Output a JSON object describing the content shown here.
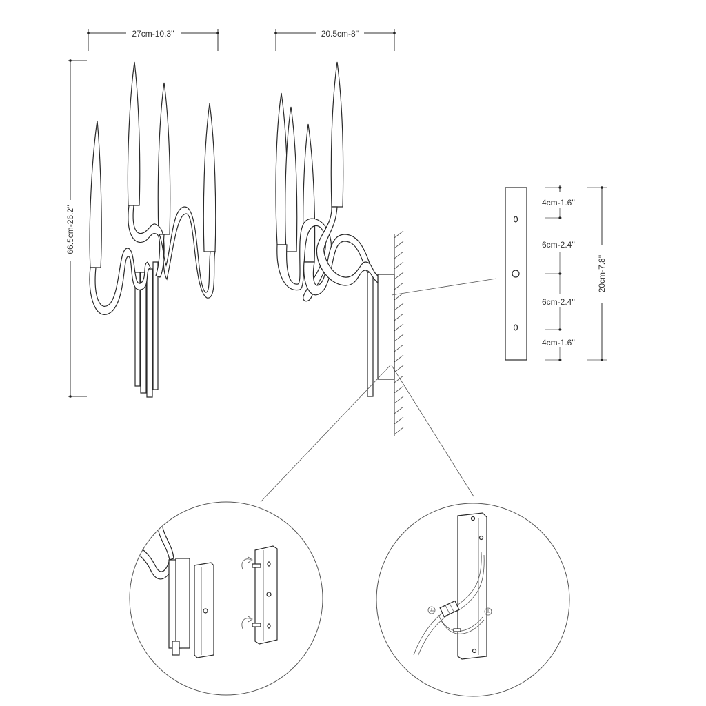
{
  "dimensions": {
    "front_width": "27cm-10.3''",
    "side_depth": "20.5cm-8''",
    "height": "66.5cm-26.2''",
    "plate_total": "20cm-7.8''",
    "plate_segments": [
      "4cm-1.6''",
      "6cm-2.4''",
      "6cm-2.4''",
      "4cm-1.6''"
    ]
  },
  "colors": {
    "line": "#333333",
    "background": "#ffffff"
  }
}
